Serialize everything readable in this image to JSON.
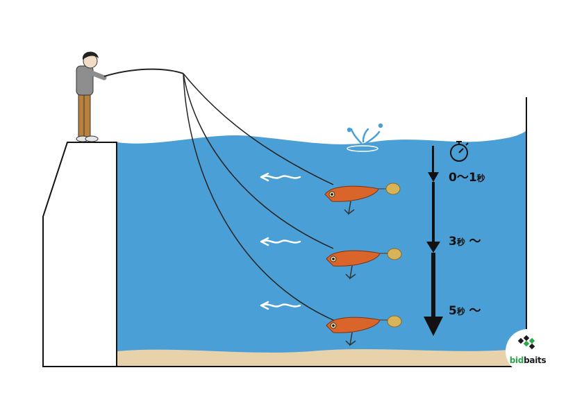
{
  "labels": {
    "time1_main": "0〜1",
    "time1_unit": "秒",
    "time2_main": "3",
    "time2_unit": "秒",
    "time2_suffix": "〜",
    "time3_main": "5",
    "time3_unit": "秒",
    "time3_suffix": "〜"
  },
  "logo": {
    "text_part1": "bid",
    "text_part2": "baits"
  },
  "colors": {
    "water": "#4a9fd6",
    "sand": "#e8d2ac",
    "lure_body": "#d9652a",
    "lure_spinner": "#d7b35a",
    "logo_green": "#2aa84a"
  },
  "icons": [
    "stopwatch-icon",
    "water-splash-icon",
    "swim-direction-arrow-icon",
    "sinking-arrow-icon"
  ]
}
